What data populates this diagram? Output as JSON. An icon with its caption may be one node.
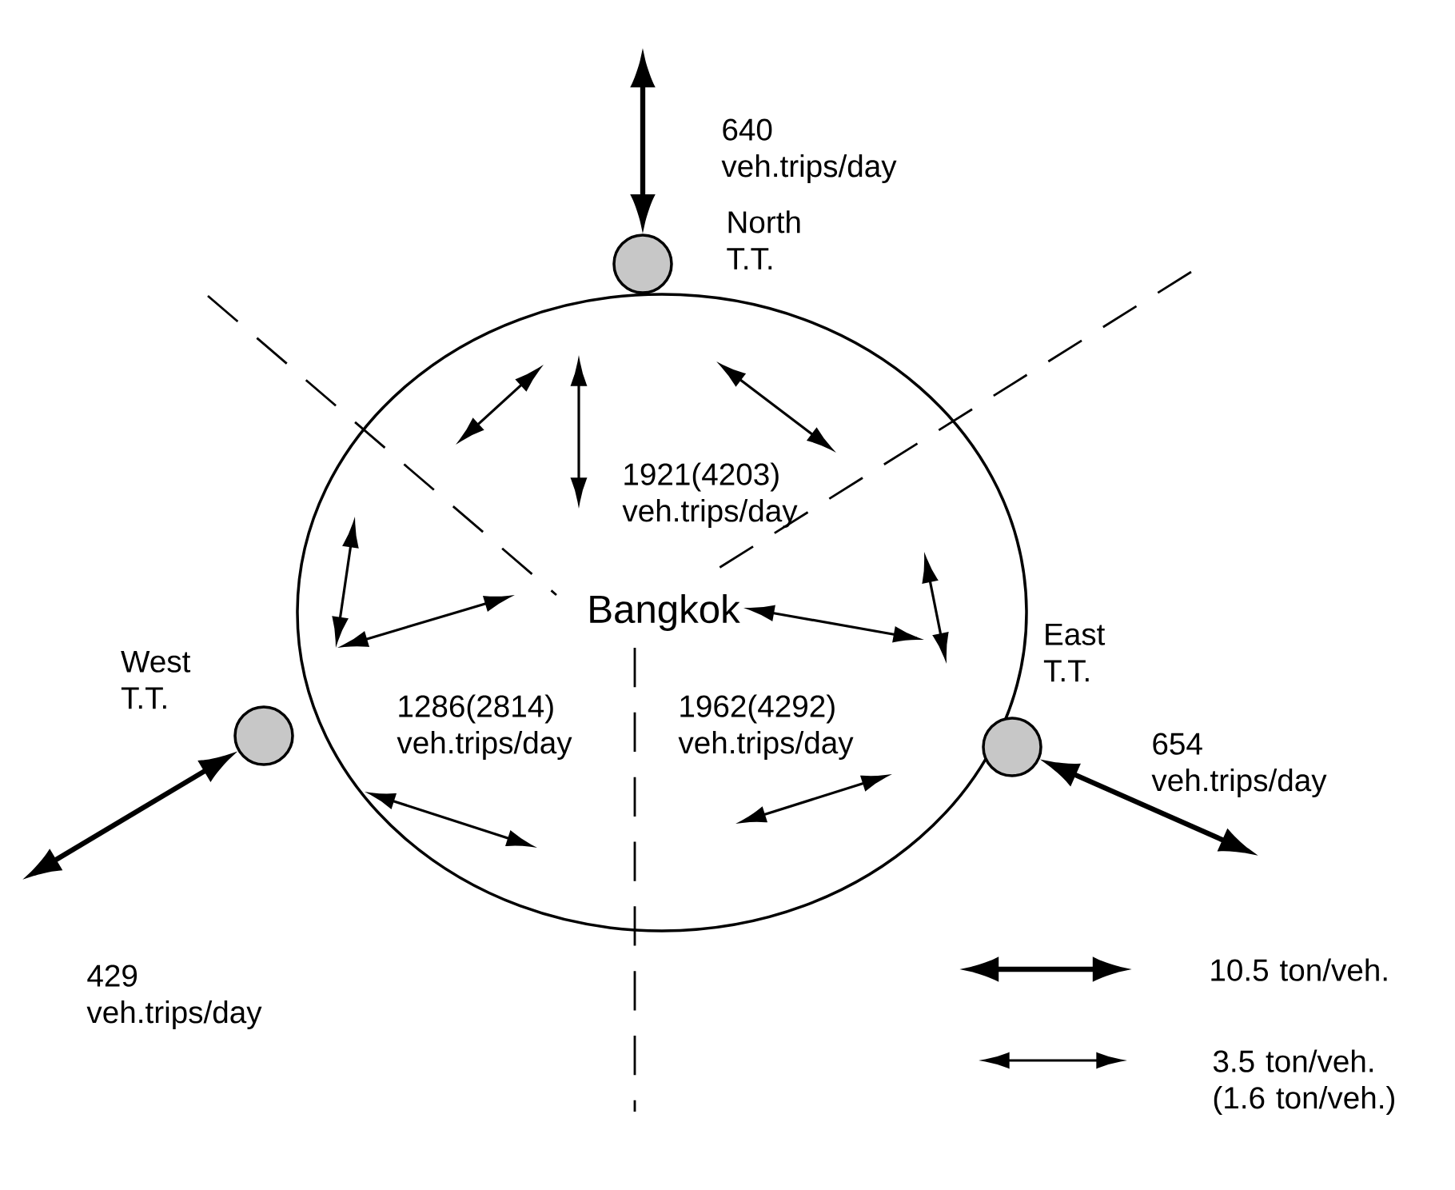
{
  "diagram": {
    "nodes": [
      {
        "text": [
          "Bangkok"
        ]
      },
      {
        "text": [
          "North T.T."
        ]
      },
      {
        "text": [
          "West T.T."
        ]
      },
      {
        "text": [
          "East T.T."
        ]
      }
    ],
    "edges": [
      {
        "from": null,
        "to": 1,
        "arrow": "both",
        "label": "640 veh.trips/day"
      },
      {
        "from": null,
        "to": 2,
        "arrow": "both",
        "label": "429 veh.trips/day"
      },
      {
        "from": 3,
        "to": null,
        "arrow": "both",
        "label": "654 veh.trips/day"
      }
    ],
    "labels": [
      "1921(4203) veh.trips/day",
      "1286(2814) veh.trips/day",
      "1962(4292) veh.trips/day"
    ],
    "legend": [
      {
        "text": "10.5 ton/veh."
      },
      {
        "text": "3.5 ton/veh. (1.6 ton/veh.)"
      }
    ]
  }
}
